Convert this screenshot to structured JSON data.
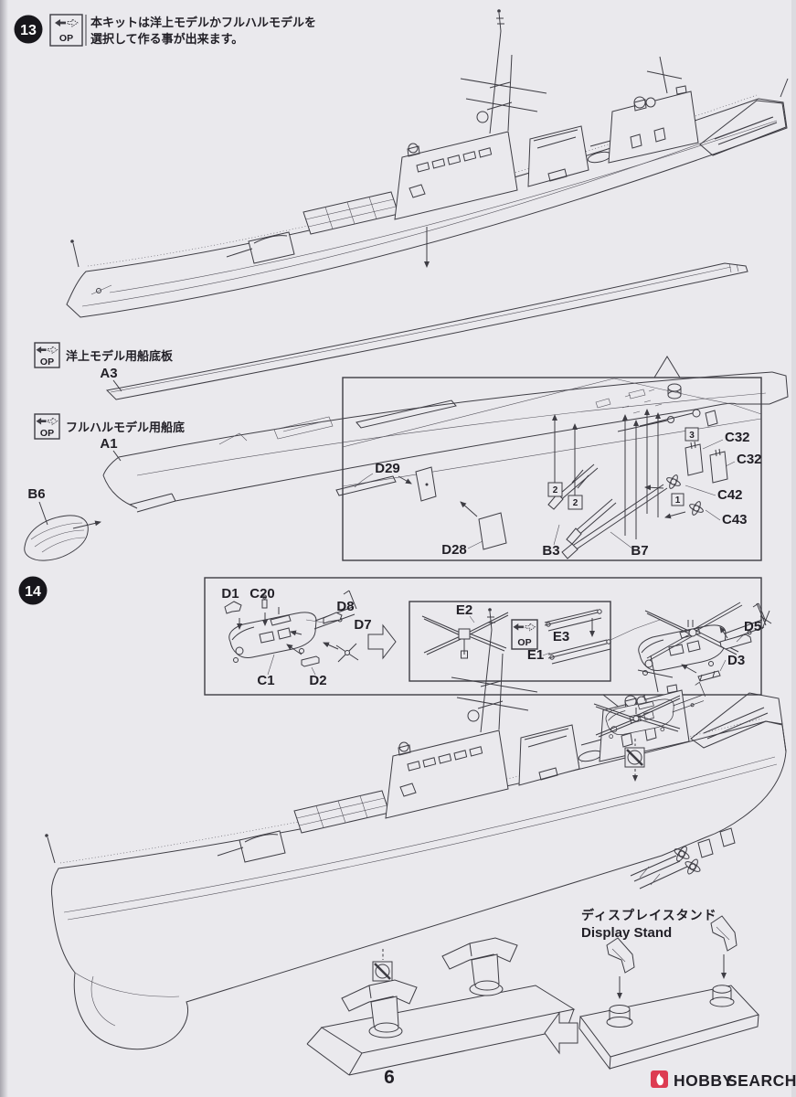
{
  "page": {
    "background": "#eae9ed",
    "line_color": "#3e3d44",
    "number": "6"
  },
  "step13": {
    "number": "13",
    "op": "OP",
    "note1": "本キットは洋上モデルかフルハルモデルを",
    "note2": "選択して作る事が出来ます。"
  },
  "hull_options": {
    "waterline": {
      "op": "OP",
      "label": "洋上モデル用船底板",
      "part": "A3"
    },
    "fullhull": {
      "op": "OP",
      "label": "フルハルモデル用船底",
      "part": "A1"
    }
  },
  "sonar_dome_part": "B6",
  "stern_inset": {
    "d29": "D29",
    "d28": "D28",
    "b3": "B3",
    "b7": "B7",
    "c32a": "C32",
    "c32b": "C32",
    "c42": "C42",
    "c43": "C43",
    "tag1": "1",
    "tag2a": "2",
    "tag2b": "2",
    "tag3": "3"
  },
  "step14": {
    "number": "14",
    "op": "OP",
    "parts": {
      "d1": "D1",
      "c20": "C20",
      "d8": "D8",
      "d7": "D7",
      "c1": "C1",
      "d2": "D2",
      "e2": "E2",
      "e3": "E3",
      "e1": "E1",
      "d5": "D5",
      "d3": "D3"
    }
  },
  "display_stand": {
    "jp": "ディスプレイスタンド",
    "en": "Display Stand"
  },
  "footer": {
    "page_number": "6",
    "logo_text_1": "HOBBY",
    "logo_text_2": "SEARCH",
    "logo_color_1": "#e2607a",
    "logo_color_2": "#8c8b91",
    "logo_icon_bg": "#dd3c52"
  }
}
